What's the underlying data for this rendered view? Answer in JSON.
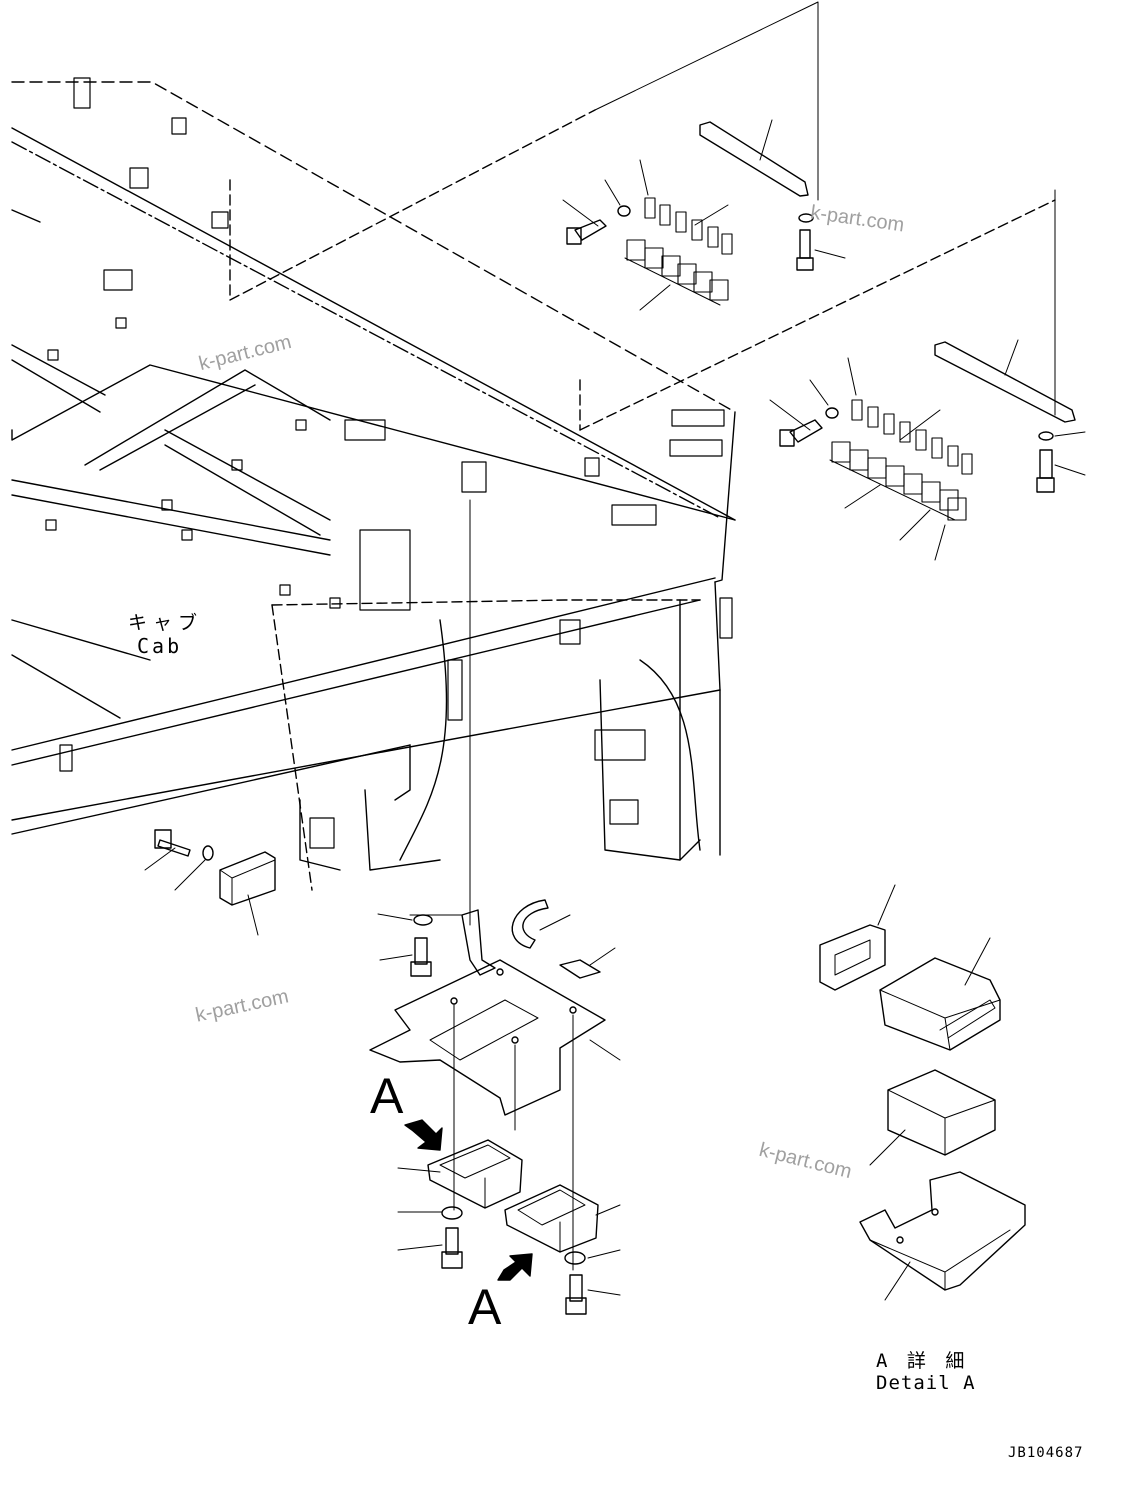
{
  "labels": {
    "cab_jp": "キャブ",
    "cab_en": "Cab",
    "view_a_upper": "A",
    "view_a_lower": "A",
    "detail_jp": "A 詳 細",
    "detail_en": "Detail A",
    "drawing_code": "JB104687"
  },
  "watermarks": [
    "k-part.com",
    "k-part.com",
    "k-part.com",
    "k-part.com"
  ],
  "icons": {
    "view_arrow": "view-direction-arrow"
  }
}
